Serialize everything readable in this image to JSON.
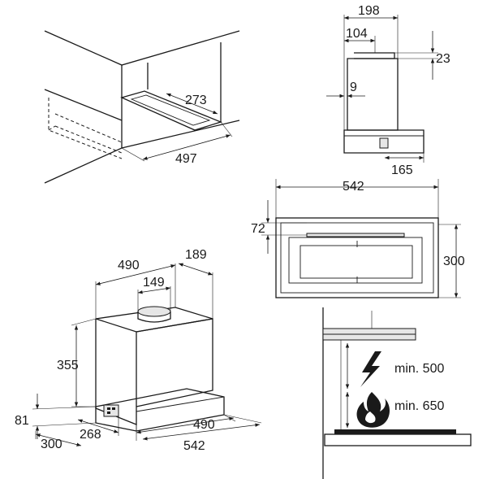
{
  "dimensions": {
    "cab_depth": "273",
    "cab_width": "497",
    "side_width": "198",
    "side_outlet": "104",
    "side_collar": "23",
    "side_inset": "9",
    "side_base": "165",
    "front_width": "542",
    "front_depth": "72",
    "front_height": "300",
    "iso_width": "490",
    "iso_depth": "189",
    "iso_outlet": "149",
    "iso_height": "355",
    "iso_base_h": "81",
    "iso_base_depth": "300",
    "iso_module": "268",
    "iso_bottom_w": "490",
    "iso_bottom_total": "542"
  },
  "clearance": {
    "electric_label": "min. 500",
    "gas_label": "min. 650"
  },
  "icons": {
    "electric": "lightning-bolt-icon",
    "gas": "flame-icon"
  }
}
